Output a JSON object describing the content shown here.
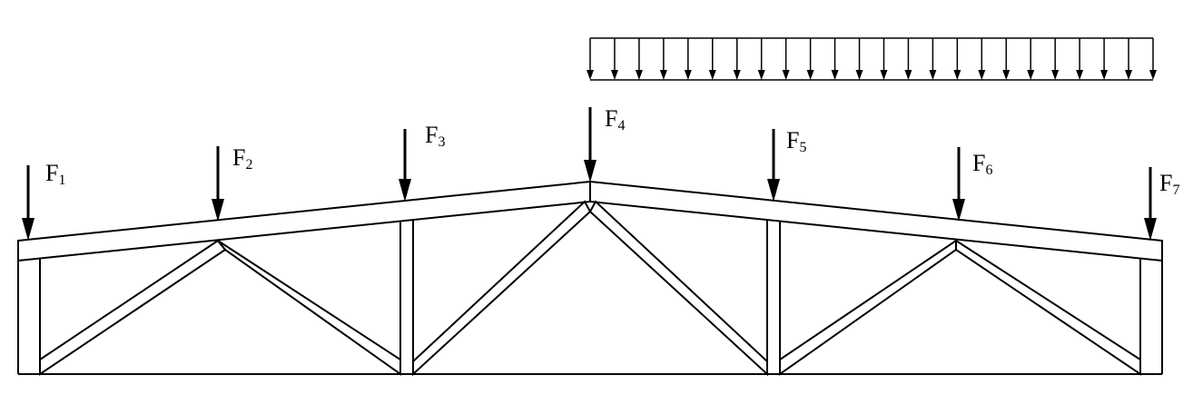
{
  "diagram": {
    "forces": [
      {
        "id": "F1",
        "base": "F",
        "sub": "1"
      },
      {
        "id": "F2",
        "base": "F",
        "sub": "2"
      },
      {
        "id": "F3",
        "base": "F",
        "sub": "3"
      },
      {
        "id": "F4",
        "base": "F",
        "sub": "4"
      },
      {
        "id": "F5",
        "base": "F",
        "sub": "5"
      },
      {
        "id": "F6",
        "base": "F",
        "sub": "6"
      },
      {
        "id": "F7",
        "base": "F",
        "sub": "7"
      }
    ],
    "distributed_load": {
      "arrow_count": 24
    },
    "colors": {
      "line": "#000000",
      "background": "#ffffff"
    }
  }
}
